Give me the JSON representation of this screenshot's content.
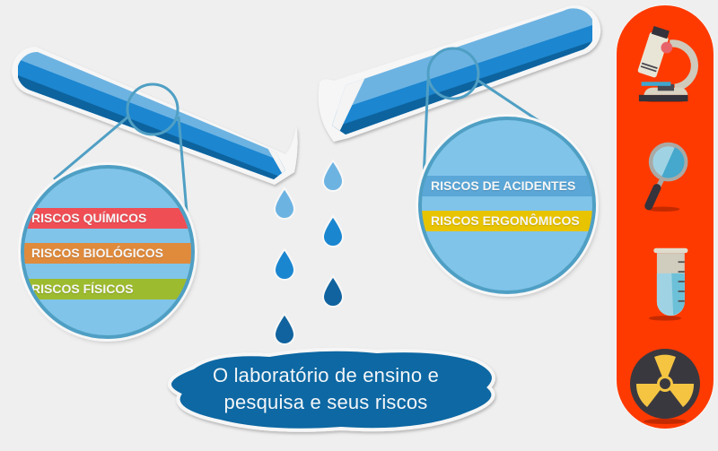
{
  "title": {
    "line1": "O laboratório de ensino e",
    "line2": "pesquisa e seus riscos"
  },
  "left_lens": {
    "bands": [
      {
        "label": "RISCOS QUÍMICOS",
        "color": "#ef4e55"
      },
      {
        "label": "RISCOS BIOLÓGICOS",
        "color": "#e08a3c"
      },
      {
        "label": "RISCOS FÍSICOS",
        "color": "#9dbb2e"
      }
    ]
  },
  "right_lens": {
    "bands": [
      {
        "label": "RISCOS DE ACIDENTES",
        "color": "#5aa7d8"
      },
      {
        "label": "RISCOS ERGONÔMICOS",
        "color": "#e8c300"
      }
    ]
  },
  "side_panel": {
    "color": "#ff3a00",
    "icons": [
      "microscope-icon",
      "magnifier-icon",
      "test-tube-icon",
      "radiation-icon"
    ]
  },
  "colors": {
    "background": "#efefef",
    "liquid_light": "#6db3e2",
    "liquid_mid": "#1a86d0",
    "liquid_dark": "#10639e",
    "cloud": "#0f67a3"
  }
}
